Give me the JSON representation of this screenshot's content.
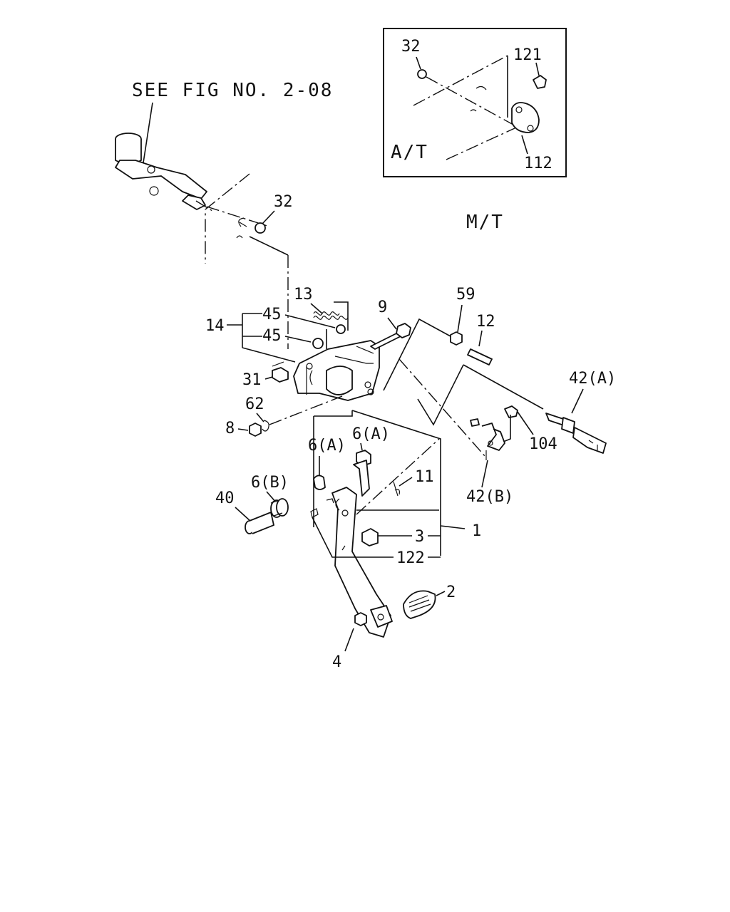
{
  "inset": {
    "label": "A/T",
    "callouts": [
      "32",
      "121",
      "112"
    ]
  },
  "reference": {
    "see_fig": "SEE FIG NO. 2-08"
  },
  "variant": {
    "label": "M/T"
  },
  "callouts": {
    "c32": "32",
    "c13": "13",
    "c14": "14",
    "c45a": "45",
    "c45b": "45",
    "c9": "9",
    "c59": "59",
    "c12": "12",
    "c31": "31",
    "c62": "62",
    "c8": "8",
    "c42a": "42(A)",
    "c104": "104",
    "c42b": "42(B)",
    "c6a_left": "6(A)",
    "c6a_right": "6(A)",
    "c11": "11",
    "c6b": "6(B)",
    "c40": "40",
    "c3": "3",
    "c1": "1",
    "c122": "122",
    "c2": "2",
    "c4": "4"
  }
}
